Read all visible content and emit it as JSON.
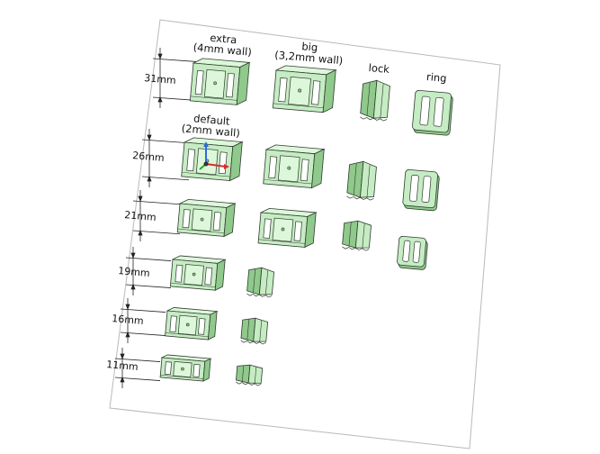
{
  "columns": {
    "extra": "extra\n(4mm wall)",
    "big": "big\n(3,2mm wall)",
    "lock": "lock",
    "ring": "ring",
    "default": "default\n(2mm wall)"
  },
  "sizes": [
    "31mm",
    "26mm",
    "21mm",
    "19mm",
    "16mm",
    "11mm"
  ],
  "colors": {
    "part_fill": "#c6ecc3",
    "part_light": "#ddf7da",
    "part_dark": "#8fc98b",
    "edge": "#2f3a2f",
    "paper_border": "#b9b9b9"
  }
}
